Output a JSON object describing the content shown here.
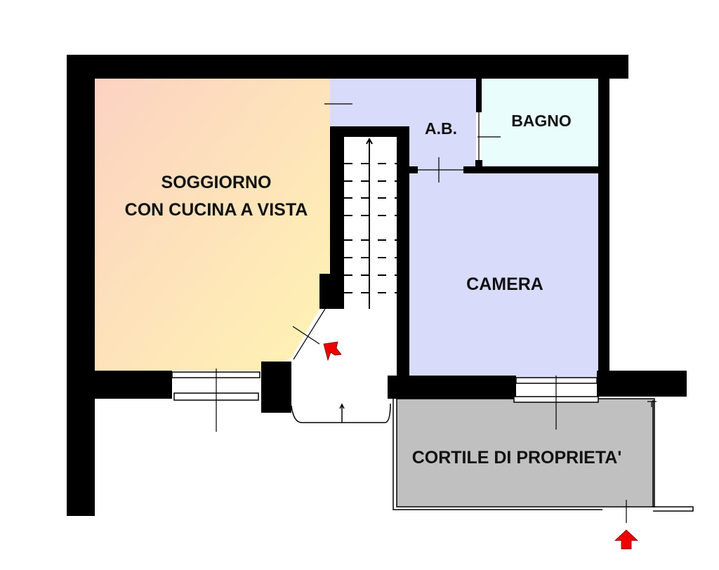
{
  "rooms": {
    "soggiorno": {
      "line1": "SOGGIORNO",
      "line2": "CON CUCINA A VISTA",
      "color_top": "#fcd2c2",
      "color_bottom": "#fff4b2"
    },
    "ab": {
      "label": "A.B.",
      "color": "#d9dbfb"
    },
    "bagno": {
      "label": "BAGNO",
      "color": "#e8fdfc"
    },
    "camera": {
      "label": "CAMERA",
      "color": "#d9dbfb"
    },
    "cortile": {
      "label": "CORTILE DI PROPRIETA'",
      "color": "#c0c0c0"
    }
  },
  "colors": {
    "wall": "#000000",
    "entrance_arrow": "#ee0000"
  },
  "icons": {
    "entrance": "red-arrow-up",
    "internal_entrance": "red-arrow-diagonal"
  }
}
